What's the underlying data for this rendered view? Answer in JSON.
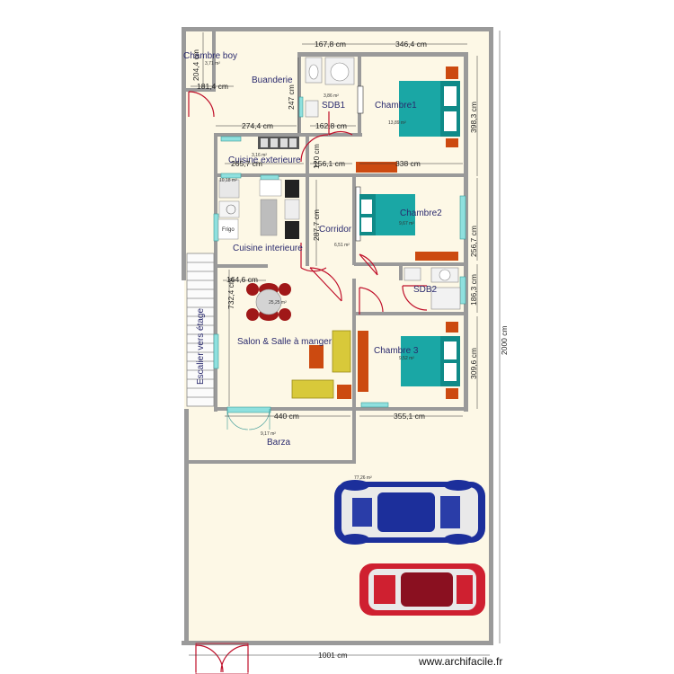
{
  "rooms": {
    "chambre_boy": "Chambre boy",
    "buanderie": "Buanderie",
    "sdb1": "SDB1",
    "chambre1": "Chambre1",
    "cuisine_ext": "Cuisine exterieure",
    "chambre2": "Chambre2",
    "corridor": "Corridor",
    "cuisine_int": "Cuisine interieure",
    "sdb2": "SDB2",
    "salon": "Salon & Salle à manger",
    "chambre3": "Chambre 3",
    "barza": "Barza",
    "escalier": "Escalier vers étage"
  },
  "areas": {
    "chambre_boy": "3,71 m²",
    "sdb1": "3,86 m²",
    "chambre1": "13,89 m²",
    "cuisine_ext": "3,16 m²",
    "cuisine_int": "10,18 m²",
    "chambre2": "9,67 m²",
    "corridor": "6,51 m²",
    "salon": "25,25 m²",
    "chambre3": "9,52 m²",
    "barza": "9,17 m²",
    "parking": "77,26 m²"
  },
  "dimensions": {
    "d1": "167,8 cm",
    "d2": "346,4 cm",
    "d3": "204,4 cm",
    "d4": "181,4 cm",
    "d5": "247 cm",
    "d6": "274,4 cm",
    "d7": "162,8 cm",
    "d8": "398,3 cm",
    "d9": "120 cm",
    "d10": "265,7 cm",
    "d11": "156,1 cm",
    "d12": "338 cm",
    "d13": "287,7 cm",
    "d14": "256,7 cm",
    "d15": "164,6 cm",
    "d16": "732,4 cm",
    "d17": "186,3 cm",
    "d18": "2000 cm",
    "d19": "309,6 cm",
    "d20": "440 cm",
    "d21": "355,1 cm",
    "d22": "1001 cm"
  },
  "labels": {
    "frigo": "Frigo"
  },
  "watermark": "www.archifacile.fr",
  "colors": {
    "wall": "#9a9a9a",
    "floor": "#fdf8e6",
    "bed": "#1aa7a5",
    "furniture": "#cc4a10",
    "sofa": "#d8c93a",
    "car_blue": "#1c2f9b",
    "car_red": "#cf2030",
    "table": "#a01818"
  }
}
